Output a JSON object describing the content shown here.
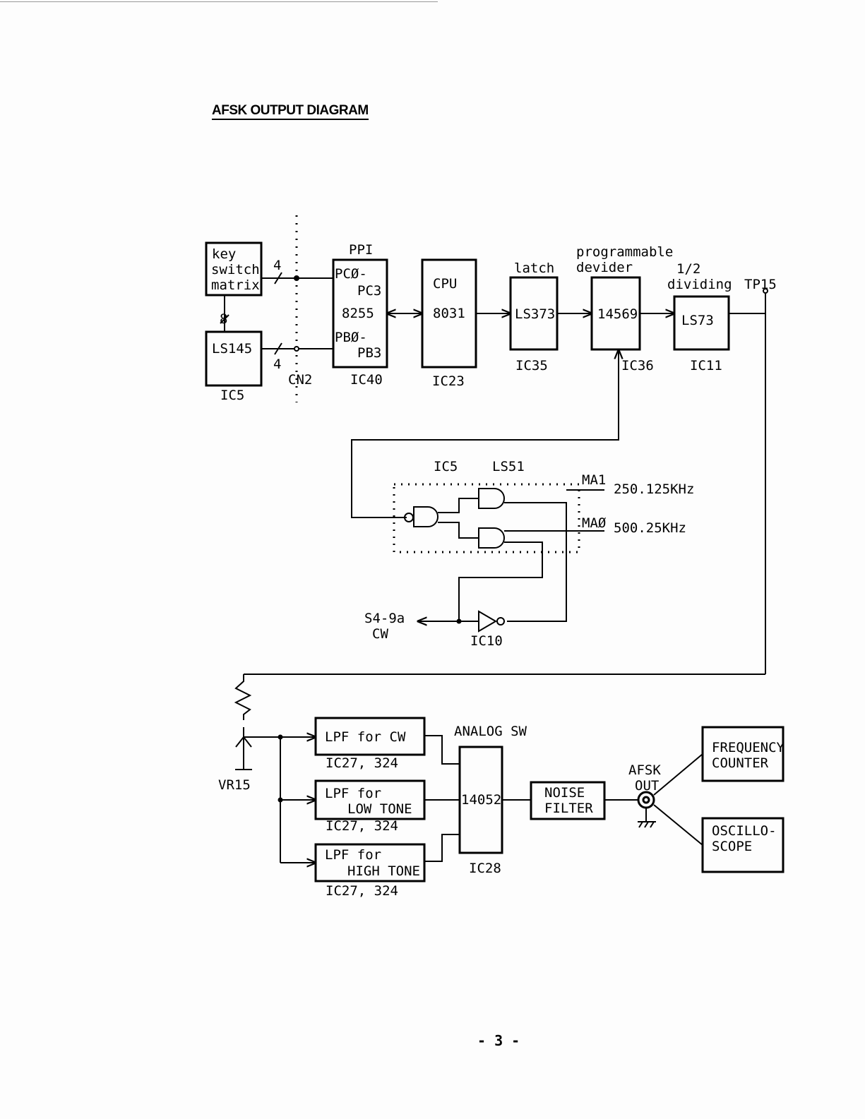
{
  "title": "AFSK OUTPUT DIAGRAM",
  "page_number": "- 3 -",
  "blocks": {
    "key_switch_matrix": [
      "key",
      "switch",
      "matrix"
    ],
    "ls145": "LS145",
    "ic5_top": "IC5",
    "bus_a": "4",
    "bus_b": "4",
    "bus_c": "8",
    "cn2": "CN2",
    "ppi_label": "PPI",
    "ppi": [
      "PCØ-",
      "PC3",
      "8255",
      "PBØ-",
      "PB3"
    ],
    "ic40": "IC40",
    "cpu": [
      "CPU",
      "8031"
    ],
    "ic23": "IC23",
    "latch_label": "latch",
    "ls373": "LS373",
    "ic35": "IC35",
    "prog_div_label": [
      "programmable",
      "devider"
    ],
    "c14569": "14569",
    "ic36": "IC36",
    "half_div_label": [
      "1/2",
      "dividing"
    ],
    "ls73": "LS73",
    "ic11": "IC11",
    "tp15": "TP15"
  },
  "gates": {
    "ic5_label": "IC5",
    "ls51_label": "LS51",
    "ma1": "MA1",
    "ma0": "MAØ",
    "freq1": "250.125KHz",
    "freq0": "500.25KHz",
    "s4": "S4-9a",
    "cw": "CW",
    "ic10": "IC10"
  },
  "output": {
    "vr15": "VR15",
    "lpf_cw": "LPF for CW",
    "lpf_low": [
      "LPF for",
      "LOW TONE"
    ],
    "lpf_high": [
      "LPF for",
      "HIGH TONE"
    ],
    "ic27_1": "IC27, 324",
    "ic27_2": "IC27, 324",
    "ic27_3": "IC27, 324",
    "analog_sw": "ANALOG SW",
    "c14052": "14052",
    "ic28": "IC28",
    "noise_filter": [
      "NOISE",
      "FILTER"
    ],
    "afsk_out": [
      "AFSK",
      "OUT"
    ],
    "freq_counter": [
      "FREQUENCY",
      "COUNTER"
    ],
    "oscilloscope": [
      "OSCILLO-",
      "SCOPE"
    ]
  }
}
